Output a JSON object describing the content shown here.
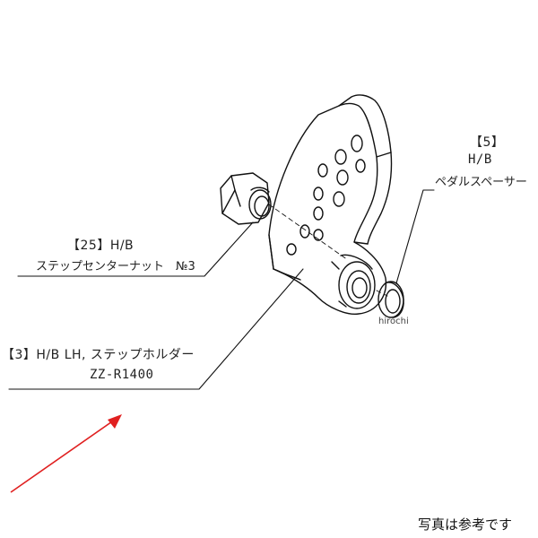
{
  "labels": {
    "part5": {
      "number": "【5】",
      "code": "H/B",
      "name": "ペダルスペーサー"
    },
    "part25": {
      "line1": "【25】H/B",
      "line2": "ステップセンターナット　№3"
    },
    "part3": {
      "line1": "【3】H/B LH, ステップホルダー",
      "line2": "ZZ-R1400"
    }
  },
  "watermark": "hirochi",
  "caption": "写真は参考です",
  "colors": {
    "line": "#111111",
    "arrow": "#e02020",
    "background": "#ffffff"
  }
}
